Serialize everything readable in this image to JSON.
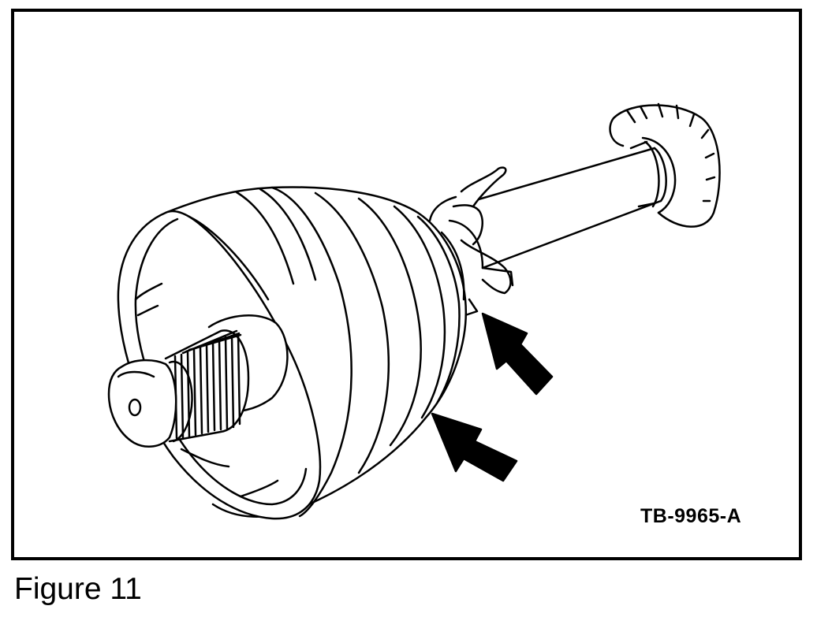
{
  "figure": {
    "code": "TB-9965-A",
    "caption": "Figure 11",
    "icons": [
      "cv-joint-boot",
      "splined-stub-shaft",
      "boot-clamp",
      "axle-shaft",
      "indicator-arrow"
    ]
  }
}
